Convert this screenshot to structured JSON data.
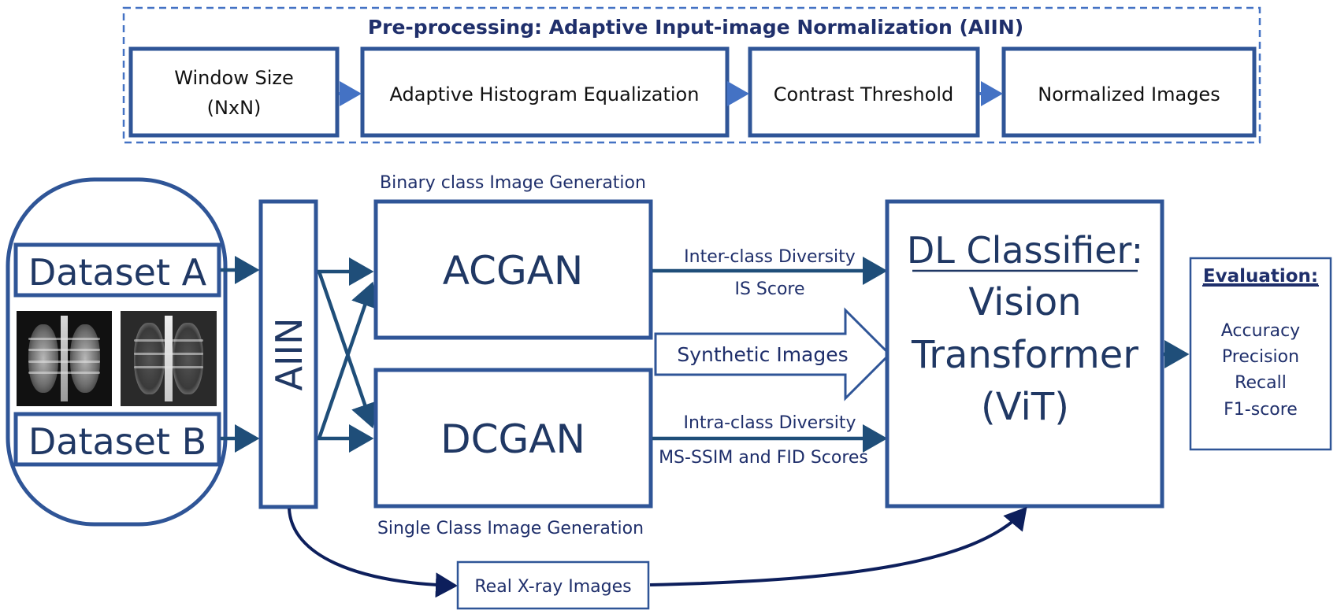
{
  "preprocessing": {
    "title": "Pre-processing: Adaptive Input-image Normalization (AIIN)",
    "steps": [
      {
        "line1": "Window Size",
        "line2": "(NxN)"
      },
      {
        "line1": "Adaptive Histogram Equalization"
      },
      {
        "line1": "Contrast Threshold"
      },
      {
        "line1": "Normalized Images"
      }
    ]
  },
  "datasets": {
    "a_label": "Dataset A",
    "b_label": "Dataset B"
  },
  "aiin_label": "AIIN",
  "generation": {
    "binary_caption": "Binary class Image Generation",
    "single_caption": "Single Class Image Generation",
    "acgan_label": "ACGAN",
    "dcgan_label": "DCGAN"
  },
  "metrics": {
    "inter_line1": "Inter-class Diversity",
    "inter_line2": "IS Score",
    "intra_line1": "Intra-class Diversity",
    "intra_line2": "MS-SSIM and FID Scores",
    "synthetic_label": "Synthetic Images"
  },
  "classifier": {
    "heading": "DL Classifier:",
    "lines": [
      "Vision",
      "Transformer",
      "(ViT)"
    ]
  },
  "evaluation": {
    "heading": "Evaluation:",
    "items": [
      "Accuracy",
      "Precision",
      "Recall",
      "F1-score"
    ]
  },
  "real_images_label": "Real X-ray Images",
  "colors": {
    "box_border": "#2f5597",
    "text_dark": "#1f2f6b",
    "arrow": "#1f4e79",
    "flow_arrow": "#4472c4"
  }
}
